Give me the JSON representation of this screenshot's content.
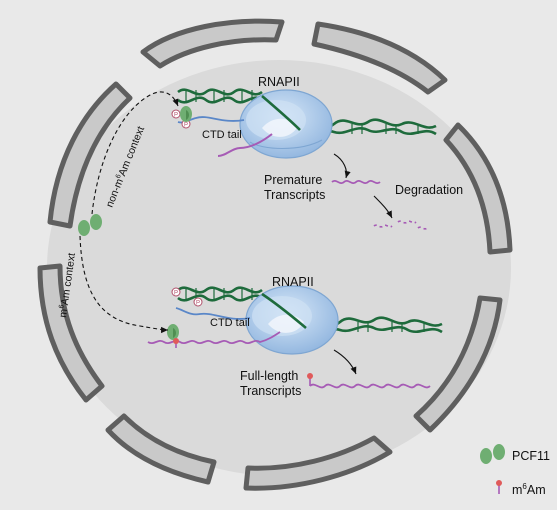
{
  "top": {
    "polymerase_label": "RNAPII",
    "ctd_label": "CTD tail",
    "transcript_label_1": "Premature",
    "transcript_label_2": "Transcripts",
    "fate_label": "Degradation"
  },
  "bottom": {
    "polymerase_label": "RNAPII",
    "ctd_label": "CTD tail",
    "transcript_label_1": "Full-length",
    "transcript_label_2": "Transcripts"
  },
  "context": {
    "non_m6am_pre": "non-m",
    "non_m6am_sup": "6",
    "non_m6am_post": "Am context",
    "m6am_pre": "m",
    "m6am_sup": "6",
    "m6am_post": "Am context"
  },
  "phospho_symbol": "P",
  "legend": {
    "pcf11_label": "PCF11",
    "m6am_pre": "m",
    "m6am_sup": "6",
    "m6am_post": "Am"
  },
  "colors": {
    "background": "#e9e9e9",
    "nucleus": "#dadada",
    "envelope": "#c9c9c9",
    "envelope_stroke": "#5f5f5f",
    "dna": "#1e6b3c",
    "polymerase": "#aac8ea",
    "pcf11": "#6fae72",
    "rna": "#a65bb5",
    "ctd": "#5a87c8",
    "m6am_mark": "#e05a5a"
  }
}
